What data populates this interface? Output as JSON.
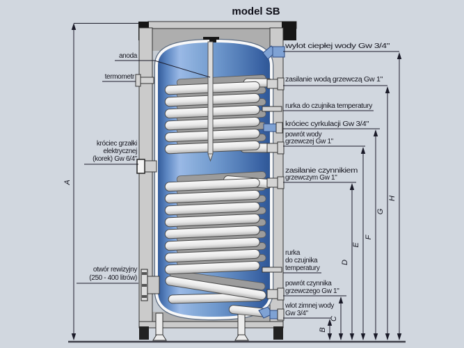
{
  "title": "model SB",
  "left": {
    "anode": "anoda",
    "thermometer": "termometr",
    "heater1": "króciec grzałki",
    "heater2": "elektrycznej",
    "heater3": "(korek) Gw 6/4\"",
    "inspection1": "otwór rewizyjny",
    "inspection2": "(250 - 400 litrów)"
  },
  "right": {
    "hot_out": "wylot ciepłej wody Gw 3/4\"",
    "heat_supply": "zasilanie wodą grzewczą Gw 1\"",
    "sensor_top": "rurka do czujnika temperatury",
    "circulation": "króciec cyrkulacji Gw 3/4\"",
    "heat_return1": "powrót wody",
    "heat_return2": "grzewczej Gw 1\"",
    "medium_supply1": "zasilanie czynnikiem",
    "medium_supply2": "grzewczym Gw 1\"",
    "sensor_bottom1": "rurka",
    "sensor_bottom2": "do czujnika",
    "sensor_bottom3": "temperatury",
    "medium_return1": "powrót czynnika",
    "medium_return2": "grzewczego Gw 1\"",
    "cold_in1": "wlot zimnej wody",
    "cold_in2": "Gw 3/4\""
  },
  "dims": {
    "A": "A",
    "B": "B",
    "C": "C",
    "D": "D",
    "E": "E",
    "F": "F",
    "G": "G",
    "H": "H"
  },
  "colors": {
    "background": "#d1d7df",
    "tank_blue_dark": "#2d5594",
    "tank_blue_light": "#9ab9e6",
    "casing_grey": "#cbcbcb",
    "coil_white": "#efefef",
    "pipe_blue": "#7fa2d4",
    "line": "#1a1a28"
  }
}
